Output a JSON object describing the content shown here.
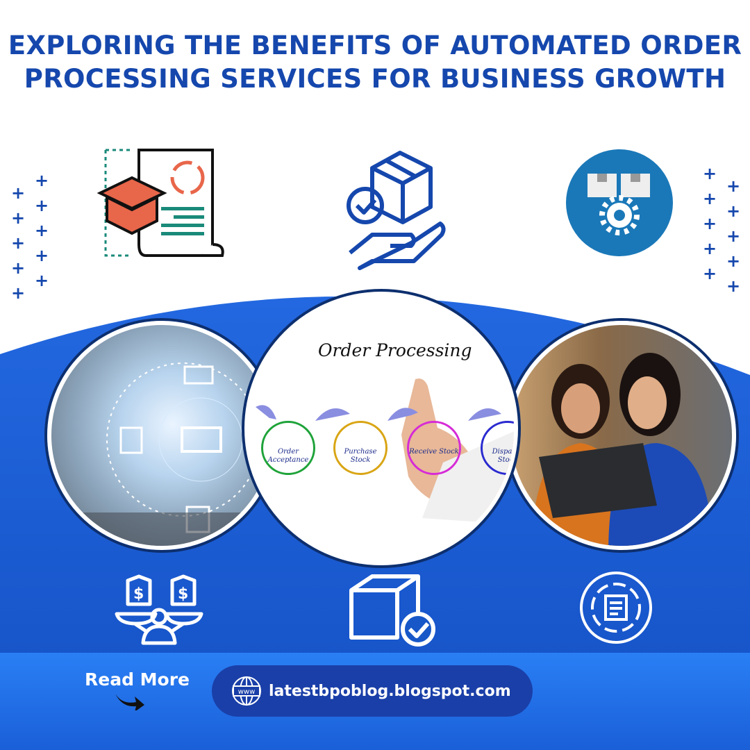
{
  "title": {
    "line1": "EXPLORING THE BENEFITS OF AUTOMATED ORDER",
    "line2": "PROCESSING SERVICES FOR BUSINESS GROWTH"
  },
  "center_image": {
    "heading": "Order Processing",
    "steps": [
      {
        "label": "Order Acceptance",
        "color": "#1fa33a"
      },
      {
        "label": "Purchase Stock",
        "color": "#d9a514"
      },
      {
        "label": "Receive Stock",
        "color": "#d62bd6"
      },
      {
        "label": "Dispatch Stock",
        "color": "#2a2ad0"
      }
    ]
  },
  "footer": {
    "read_more": "Read More",
    "url": "latestbpoblog.blogspot.com",
    "www": "www"
  },
  "colors": {
    "title": "#1547ad",
    "blue": "#1a5fd8",
    "pill": "#1a3fa8"
  }
}
